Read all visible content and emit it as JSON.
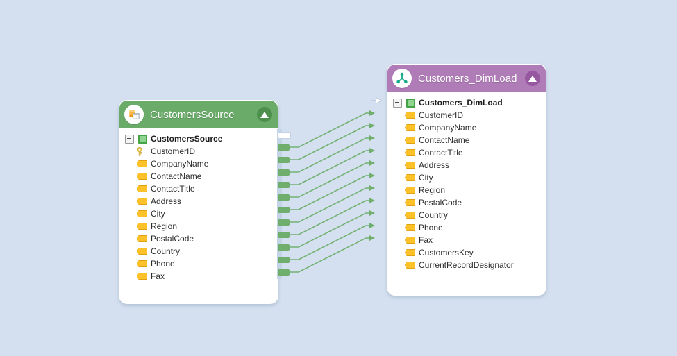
{
  "canvas": {
    "background": "#d4e0ef"
  },
  "source_panel": {
    "title": "CustomersSource",
    "icon": "database-table-icon",
    "collapse_button": "collapse-up-icon",
    "header_color": "#6aab6a",
    "root": {
      "label": "CustomersSource",
      "expander": "minus-box-icon",
      "node_icon": "green-table-square-icon"
    },
    "fields": [
      {
        "label": "CustomerID",
        "icon": "primary-key-icon"
      },
      {
        "label": "CompanyName",
        "icon": "field-pennant-icon"
      },
      {
        "label": "ContactName",
        "icon": "field-pennant-icon"
      },
      {
        "label": "ContactTitle",
        "icon": "field-pennant-icon"
      },
      {
        "label": "Address",
        "icon": "field-pennant-icon"
      },
      {
        "label": "City",
        "icon": "field-pennant-icon"
      },
      {
        "label": "Region",
        "icon": "field-pennant-icon"
      },
      {
        "label": "PostalCode",
        "icon": "field-pennant-icon"
      },
      {
        "label": "Country",
        "icon": "field-pennant-icon"
      },
      {
        "label": "Phone",
        "icon": "field-pennant-icon"
      },
      {
        "label": "Fax",
        "icon": "field-pennant-icon"
      }
    ]
  },
  "target_panel": {
    "title": "Customers_DimLoad",
    "icon": "transform-fork-icon",
    "collapse_button": "collapse-up-icon",
    "header_color": "#b07cb8",
    "root": {
      "label": "Customers_DimLoad",
      "expander": "minus-box-icon",
      "node_icon": "green-table-square-icon"
    },
    "fields": [
      {
        "label": "CustomerID",
        "icon": "field-pennant-icon"
      },
      {
        "label": "CompanyName",
        "icon": "field-pennant-icon"
      },
      {
        "label": "ContactName",
        "icon": "field-pennant-icon"
      },
      {
        "label": "ContactTitle",
        "icon": "field-pennant-icon"
      },
      {
        "label": "Address",
        "icon": "field-pennant-icon"
      },
      {
        "label": "City",
        "icon": "field-pennant-icon"
      },
      {
        "label": "Region",
        "icon": "field-pennant-icon"
      },
      {
        "label": "PostalCode",
        "icon": "field-pennant-icon"
      },
      {
        "label": "Country",
        "icon": "field-pennant-icon"
      },
      {
        "label": "Phone",
        "icon": "field-pennant-icon"
      },
      {
        "label": "Fax",
        "icon": "field-pennant-icon"
      },
      {
        "label": "CustomersKey",
        "icon": "field-pennant-icon"
      },
      {
        "label": "CurrentRecordDesignator",
        "icon": "field-pennant-icon"
      }
    ]
  },
  "mappings": {
    "line_color": "#73b173",
    "links": [
      {
        "from": "CustomerID",
        "to": "CustomerID"
      },
      {
        "from": "CompanyName",
        "to": "CompanyName"
      },
      {
        "from": "ContactName",
        "to": "ContactName"
      },
      {
        "from": "ContactTitle",
        "to": "ContactTitle"
      },
      {
        "from": "Address",
        "to": "Address"
      },
      {
        "from": "City",
        "to": "City"
      },
      {
        "from": "Region",
        "to": "Region"
      },
      {
        "from": "PostalCode",
        "to": "PostalCode"
      },
      {
        "from": "Country",
        "to": "Country"
      },
      {
        "from": "Phone",
        "to": "Phone"
      },
      {
        "from": "Fax",
        "to": "Fax"
      }
    ]
  }
}
